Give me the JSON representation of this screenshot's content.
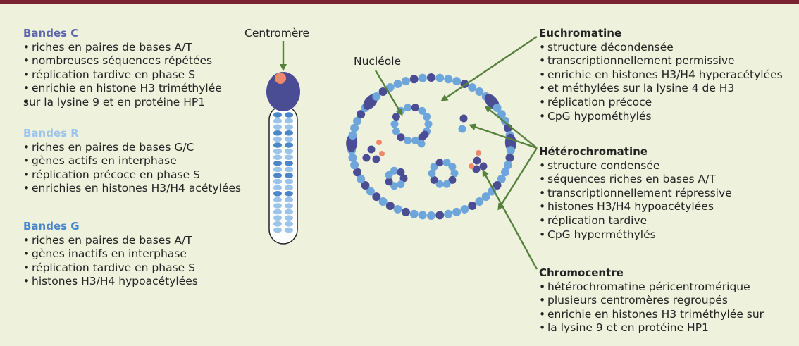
{
  "colors": {
    "bandes_c": "#5c65a8",
    "bandes_r": "#9cc4ea",
    "bandes_g": "#4a86c8",
    "dark_heterochromatin": "#4b4d94",
    "light_euchromatin": "#6ea6dc",
    "centromere_dot": "#f2886a",
    "arrow": "#56813c",
    "panel_bg": "#eef2dd",
    "top_rule": "#7a2230"
  },
  "left": {
    "bandes_c": {
      "title": "Bandes C",
      "items": [
        "riches en paires de bases A/T",
        "nombreuses séquences répétées",
        "réplication tardive en phase S",
        "enrichie en histone H3 triméthylée",
        "sur la lysine 9 et en protéine HP1"
      ]
    },
    "bandes_r": {
      "title": "Bandes R",
      "items": [
        "riches en paires de bases G/C",
        "gènes actifs en interphase",
        "réplication précoce en phase S",
        "enrichies en histones H3/H4 acétylées"
      ]
    },
    "bandes_g": {
      "title": "Bandes G",
      "items": [
        "riches en paires de bases A/T",
        "gènes inactifs en interphase",
        "réplication tardive en phase S",
        "histones H3/H4 hypoacétylées"
      ]
    }
  },
  "labels": {
    "centromere": "Centromère",
    "nucleole": "Nucléole"
  },
  "right": {
    "euchromatine": {
      "title": "Euchromatine",
      "items": [
        "structure décondensée",
        "transcriptionnellement permissive",
        "enrichie en histones H3/H4 hyperacétylées",
        "et méthylées sur la lysine 4 de H3",
        "réplication précoce",
        "CpG hypométhylés"
      ]
    },
    "heterochromatine": {
      "title": "Hétérochromatine",
      "items": [
        "structure condensée",
        "séquences riches en bases A/T",
        "transcriptionnellement répressive",
        "histones H3/H4 hypoacétylées",
        "réplication tardive",
        "CpG hyperméthylés"
      ]
    },
    "chromocentre": {
      "title": "Chromocentre",
      "items": [
        "hétérochromatine péricentromérique",
        "plusieurs centromères regroupés",
        "enrichie en histones H3 triméthylée sur",
        "la lysine 9 et en protéine HP1"
      ]
    }
  }
}
